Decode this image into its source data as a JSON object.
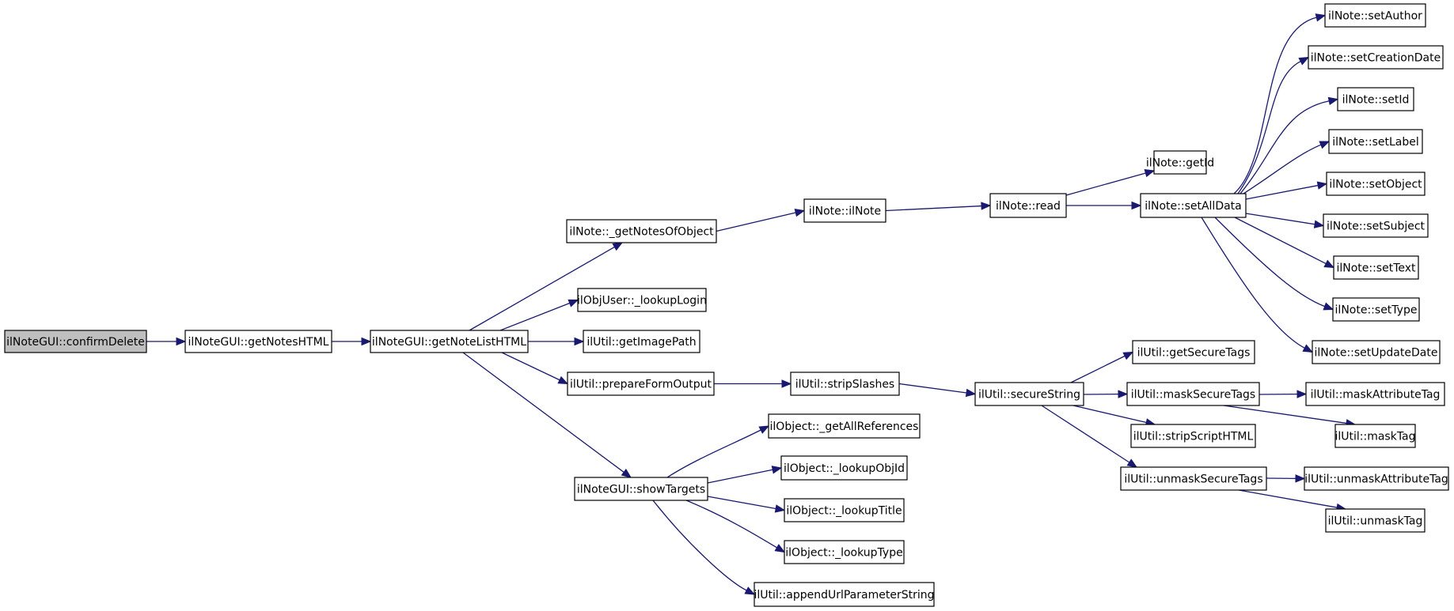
{
  "colors": {
    "edge": "#191970",
    "root_fill": "#bfbfbf",
    "node_fill": "#ffffff"
  },
  "nodes": [
    {
      "id": "confirmDelete",
      "label": "ilNoteGUI::confirmDelete",
      "root": true
    },
    {
      "id": "getNotesHTML",
      "label": "ilNoteGUI::getNotesHTML"
    },
    {
      "id": "getNoteListHTML",
      "label": "ilNoteGUI::getNoteListHTML"
    },
    {
      "id": "getNotesOfObject",
      "label": "ilNote::_getNotesOfObject"
    },
    {
      "id": "lookupLogin",
      "label": "ilObjUser::_lookupLogin"
    },
    {
      "id": "getImagePath",
      "label": "ilUtil::getImagePath"
    },
    {
      "id": "prepareFormOutput",
      "label": "ilUtil::prepareFormOutput"
    },
    {
      "id": "showTargets",
      "label": "ilNoteGUI::showTargets"
    },
    {
      "id": "ilNote",
      "label": "ilNote::ilNote"
    },
    {
      "id": "read",
      "label": "ilNote::read"
    },
    {
      "id": "getId",
      "label": "ilNote::getId"
    },
    {
      "id": "setAllData",
      "label": "ilNote::setAllData"
    },
    {
      "id": "setAuthor",
      "label": "ilNote::setAuthor"
    },
    {
      "id": "setCreationDate",
      "label": "ilNote::setCreationDate"
    },
    {
      "id": "setId",
      "label": "ilNote::setId"
    },
    {
      "id": "setLabel",
      "label": "ilNote::setLabel"
    },
    {
      "id": "setObject",
      "label": "ilNote::setObject"
    },
    {
      "id": "setSubject",
      "label": "ilNote::setSubject"
    },
    {
      "id": "setText",
      "label": "ilNote::setText"
    },
    {
      "id": "setType",
      "label": "ilNote::setType"
    },
    {
      "id": "setUpdateDate",
      "label": "ilNote::setUpdateDate"
    },
    {
      "id": "stripSlashes",
      "label": "ilUtil::stripSlashes"
    },
    {
      "id": "secureString",
      "label": "ilUtil::secureString"
    },
    {
      "id": "getSecureTags",
      "label": "ilUtil::getSecureTags"
    },
    {
      "id": "maskSecureTags",
      "label": "ilUtil::maskSecureTags"
    },
    {
      "id": "stripScriptHTML",
      "label": "ilUtil::stripScriptHTML"
    },
    {
      "id": "unmaskSecureTags",
      "label": "ilUtil::unmaskSecureTags"
    },
    {
      "id": "maskAttributeTag",
      "label": "ilUtil::maskAttributeTag"
    },
    {
      "id": "maskTag",
      "label": "ilUtil::maskTag"
    },
    {
      "id": "unmaskAttributeTag",
      "label": "ilUtil::unmaskAttributeTag"
    },
    {
      "id": "unmaskTag",
      "label": "ilUtil::unmaskTag"
    },
    {
      "id": "getAllReferences",
      "label": "ilObject::_getAllReferences"
    },
    {
      "id": "lookupObjId",
      "label": "ilObject::_lookupObjId"
    },
    {
      "id": "lookupTitle",
      "label": "ilObject::_lookupTitle"
    },
    {
      "id": "lookupType",
      "label": "ilObject::_lookupType"
    },
    {
      "id": "appendUrlParameterString",
      "label": "ilUtil::appendUrlParameterString"
    }
  ],
  "edges": [
    [
      "confirmDelete",
      "getNotesHTML"
    ],
    [
      "getNotesHTML",
      "getNoteListHTML"
    ],
    [
      "getNoteListHTML",
      "getNotesOfObject"
    ],
    [
      "getNoteListHTML",
      "lookupLogin"
    ],
    [
      "getNoteListHTML",
      "getImagePath"
    ],
    [
      "getNoteListHTML",
      "prepareFormOutput"
    ],
    [
      "getNoteListHTML",
      "showTargets"
    ],
    [
      "getNotesOfObject",
      "ilNote"
    ],
    [
      "ilNote",
      "read"
    ],
    [
      "read",
      "getId"
    ],
    [
      "read",
      "setAllData"
    ],
    [
      "setAllData",
      "setAuthor"
    ],
    [
      "setAllData",
      "setCreationDate"
    ],
    [
      "setAllData",
      "setId"
    ],
    [
      "setAllData",
      "setLabel"
    ],
    [
      "setAllData",
      "setObject"
    ],
    [
      "setAllData",
      "setSubject"
    ],
    [
      "setAllData",
      "setText"
    ],
    [
      "setAllData",
      "setType"
    ],
    [
      "setAllData",
      "setUpdateDate"
    ],
    [
      "prepareFormOutput",
      "stripSlashes"
    ],
    [
      "stripSlashes",
      "secureString"
    ],
    [
      "secureString",
      "getSecureTags"
    ],
    [
      "secureString",
      "maskSecureTags"
    ],
    [
      "secureString",
      "stripScriptHTML"
    ],
    [
      "secureString",
      "unmaskSecureTags"
    ],
    [
      "maskSecureTags",
      "maskAttributeTag"
    ],
    [
      "maskSecureTags",
      "maskTag"
    ],
    [
      "unmaskSecureTags",
      "unmaskAttributeTag"
    ],
    [
      "unmaskSecureTags",
      "unmaskTag"
    ],
    [
      "showTargets",
      "getAllReferences"
    ],
    [
      "showTargets",
      "lookupObjId"
    ],
    [
      "showTargets",
      "lookupTitle"
    ],
    [
      "showTargets",
      "lookupType"
    ],
    [
      "showTargets",
      "appendUrlParameterString"
    ]
  ]
}
